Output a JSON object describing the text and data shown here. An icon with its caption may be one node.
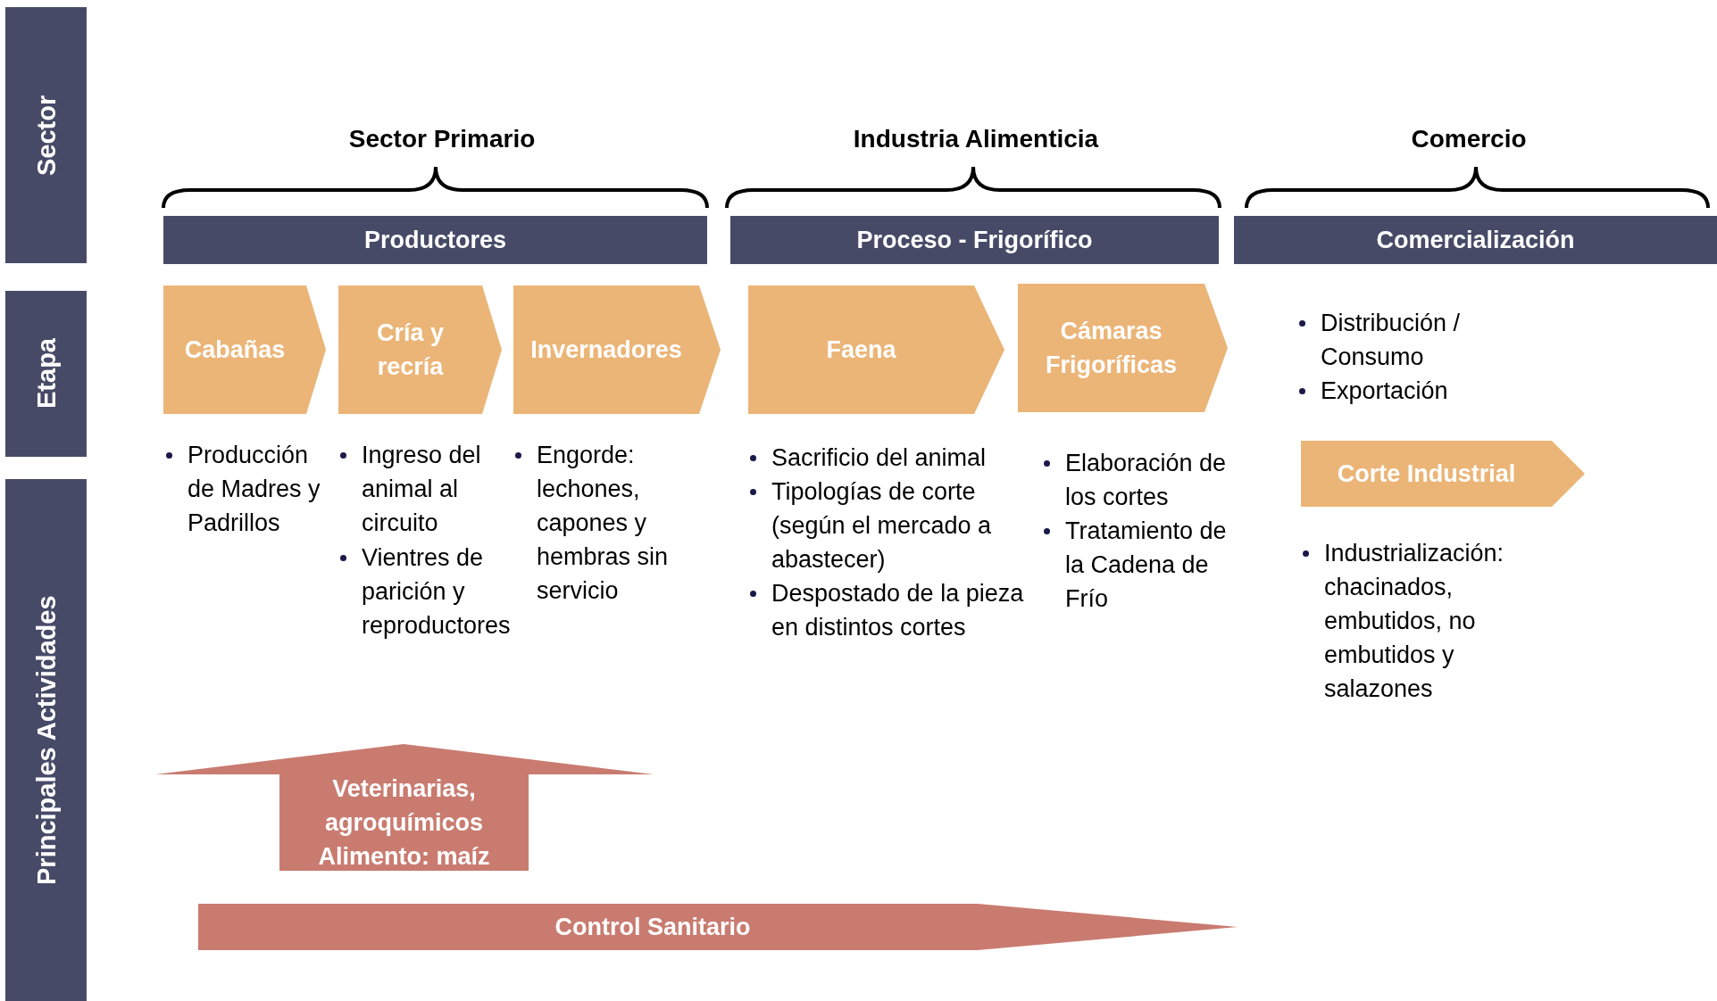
{
  "diagram": {
    "nodes": [
      {
        "text": [
          "Sector"
        ]
      },
      {
        "text": [
          "Etapa"
        ]
      },
      {
        "text": [
          "Principales Actividades"
        ]
      },
      {
        "text": [
          "Productores"
        ]
      },
      {
        "text": [
          "Proceso - Frigorífico"
        ]
      },
      {
        "text": [
          "Comercialización"
        ]
      },
      {
        "text": [
          "Cabañas"
        ]
      },
      {
        "text": [
          "Cría y recría"
        ]
      },
      {
        "text": [
          "Invernadores"
        ]
      },
      {
        "text": [
          "Faena"
        ]
      },
      {
        "text": [
          "Cámaras Frigoríficas"
        ]
      },
      {
        "text": [
          "Corte Industrial"
        ]
      },
      {
        "text": [
          "Veterinarias, agroquímicos",
          "Alimento: maíz"
        ]
      },
      {
        "text": [
          "Control Sanitario"
        ]
      }
    ],
    "labels": [
      "Sector Primario",
      "Industria Alimenticia",
      "Comercio",
      "Producción de Madres y Padrillos",
      "Ingreso del animal al circuito",
      "Vientres de parición y reproductores",
      "Engorde: lechones, capones y hembras sin servicio",
      "Sacrificio del animal",
      "Tipologías de corte (según el mercado a abastecer)",
      "Despostado de la pieza en distintos cortes",
      "Elaboración de los cortes",
      "Tratamiento de la Cadena de Frío",
      "Distribución / Consumo",
      "Exportación",
      "Industrialización: chacinados, embutidos, no embutidos y salazones"
    ]
  }
}
